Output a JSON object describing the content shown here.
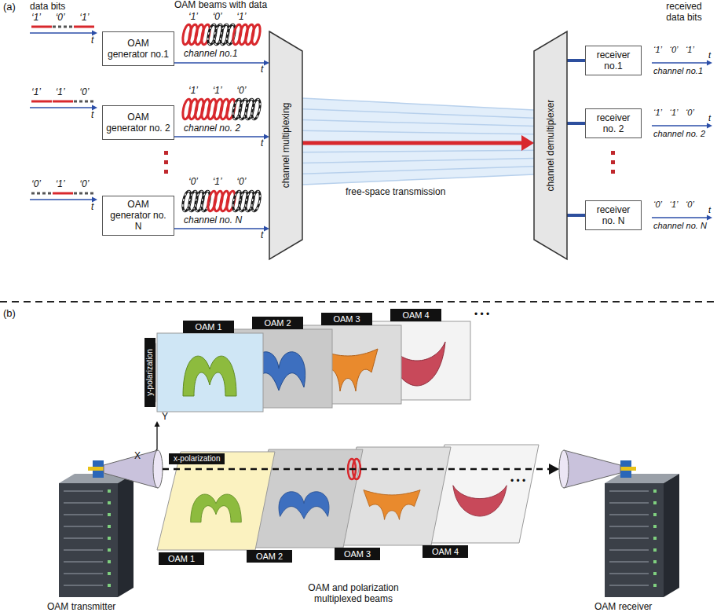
{
  "diagram": {
    "nodes": [
      {
        "text": [
          "OAM generator no.1"
        ]
      },
      {
        "text": [
          "OAM generator no. 2"
        ]
      },
      {
        "text": [
          "OAM generator no. N"
        ]
      },
      {
        "text": [
          "channel multiplexing"
        ]
      },
      {
        "text": [
          "channel demultiplexer"
        ]
      },
      {
        "text": [
          "receiver no.1"
        ]
      },
      {
        "text": [
          "receiver no. 2"
        ]
      },
      {
        "text": [
          "receiver no. N"
        ]
      },
      {
        "text": [
          "OAM transmitter"
        ]
      },
      {
        "text": [
          "OAM receiver"
        ]
      }
    ],
    "edges": [
      {
        "from": 0,
        "to": 3,
        "arrow": "to"
      },
      {
        "from": 1,
        "to": 3,
        "arrow": "to"
      },
      {
        "from": 2,
        "to": 3,
        "arrow": "to"
      },
      {
        "from": 3,
        "to": 4,
        "arrow": "to"
      },
      {
        "from": 4,
        "to": 5,
        "arrow": "none"
      },
      {
        "from": 4,
        "to": 6,
        "arrow": "none"
      },
      {
        "from": 4,
        "to": 7,
        "arrow": "none"
      },
      {
        "from": 8,
        "to": 9,
        "arrow": "to"
      }
    ],
    "labels": [
      "(a)",
      "data bits",
      "‘1’ ‘0’ ‘1’",
      "t",
      "OAM beams with data",
      "‘1’ ‘0’ ‘1’",
      "channel no.1",
      "t",
      "‘1’ ‘1’ ‘0’",
      "t",
      "‘1’ ‘1’ ‘0’",
      "channel no. 2",
      "t",
      "‘0’ ‘1’ ‘0’",
      "t",
      "‘0’ ‘1’ ‘0’",
      "channel no. N",
      "t",
      "free-space transmission",
      "received data bits",
      "‘1’ ‘0’ ‘1’",
      "t",
      "channel no.1",
      "‘1’ ‘1’ ‘0’",
      "t",
      "channel no. 2",
      "‘0’ ‘1’ ‘0’",
      "t",
      "channel no. N",
      "(b)",
      "y-polarization",
      "OAM 1",
      "OAM 2",
      "OAM 3",
      "OAM 4",
      "• • •",
      "Y",
      "X",
      "x-polarization",
      "OAM 1",
      "OAM 2",
      "OAM 3",
      "OAM 4",
      "• • •",
      "OAM and polarization multiplexed beams"
    ]
  }
}
